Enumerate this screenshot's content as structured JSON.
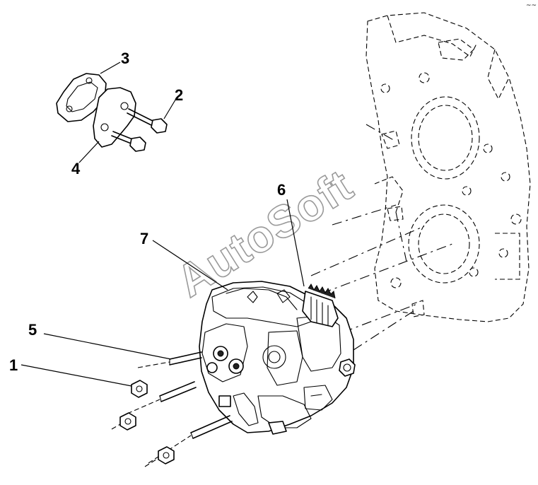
{
  "callouts": {
    "c1": "1",
    "c2": "2",
    "c3": "3",
    "c4": "4",
    "c5": "5",
    "c6": "6",
    "c7": "7"
  },
  "watermark": "AutoSoft",
  "corner_mark": "~~"
}
